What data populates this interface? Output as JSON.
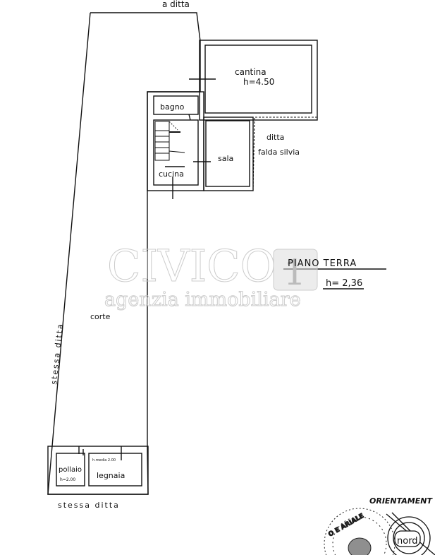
{
  "plan": {
    "top_label": "a ditta",
    "rooms": {
      "cantina": "cantina",
      "cantina_height": "h=4.50",
      "bagno": "bagno",
      "sala": "sala",
      "cucina": "cucina",
      "corte": "corte",
      "pollaio": "pollaio",
      "pollaio_height": "h=2.00",
      "legnaia": "legnaia",
      "legnaia_height": "h.media 2.00"
    },
    "neighbor_right_1": "ditta",
    "neighbor_right_2": "falda silvia",
    "neighbor_left": "stessa ditta",
    "neighbor_bottom": "stessa ditta",
    "floor_title": "PIANO  TERRA",
    "floor_height": "h= 2,36",
    "orientation_label": "ORIENTAMENT",
    "north_label": "nord",
    "stamp_text": "O E ARIALE"
  },
  "watermark": {
    "brand": "CIVICO",
    "number": "1",
    "tagline": "agenzia immobiliare"
  }
}
